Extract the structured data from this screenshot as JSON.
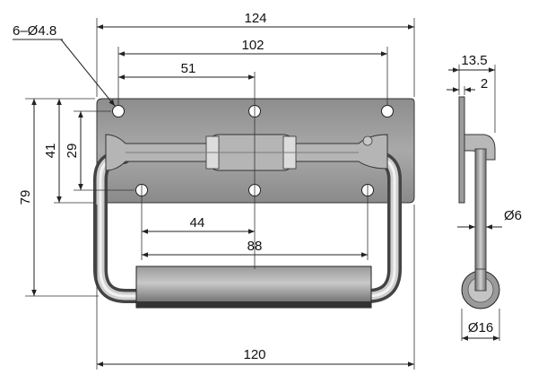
{
  "drawing": {
    "front_view": {
      "hole_callout": "6–Ø4.8",
      "overall_plate_width": "124",
      "outer_hole_spacing": "102",
      "half_spacing": "51",
      "lower_hole_spacing": "44",
      "lower_outer_spacing": "88",
      "handle_width": "120",
      "overall_height": "79",
      "plate_height": "41",
      "hole_vertical_spacing": "29"
    },
    "side_view": {
      "overall_depth": "13.5",
      "plate_thickness": "2",
      "rod_diameter": "Ø6",
      "grip_diameter": "Ø16"
    }
  }
}
